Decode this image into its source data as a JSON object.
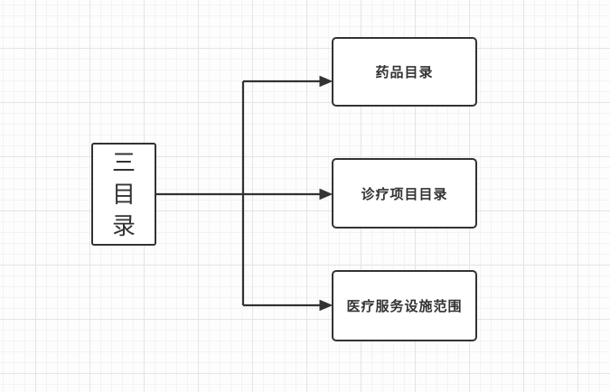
{
  "canvas": {
    "background_color": "#fdfdfd",
    "grid_minor_color": "#f3f3f6",
    "grid_major_color": "#e4e4e9"
  },
  "diagram": {
    "style": {
      "stroke_color": "#333333",
      "node_fill_color": "#ffffff",
      "text_color": "#333333"
    },
    "root_node": {
      "label": "三目录",
      "chars": [
        "三",
        "目",
        "录"
      ]
    },
    "nodes": [
      {
        "label": "药品目录"
      },
      {
        "label": "诊疗项目目录"
      },
      {
        "label": "医疗服务设施范围"
      }
    ]
  }
}
